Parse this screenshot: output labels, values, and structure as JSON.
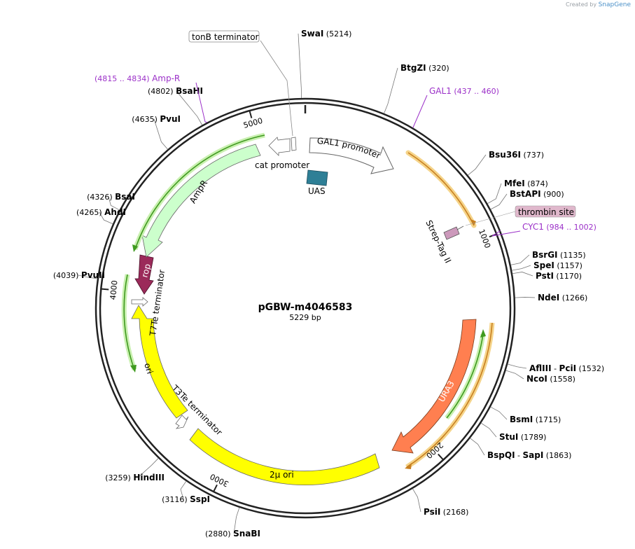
{
  "credit": {
    "prefix": "Created by",
    "brand": "SnapGene"
  },
  "plasmid": {
    "name": "pGBW-m4046583",
    "length_label": "5229 bp"
  },
  "ticks": [
    {
      "label": "1000",
      "bp": 1000
    },
    {
      "label": "2000",
      "bp": 2000
    },
    {
      "label": "3000",
      "bp": 3000
    },
    {
      "label": "4000",
      "bp": 4000
    },
    {
      "label": "5000",
      "bp": 5000
    }
  ],
  "sites": [
    {
      "name": "SwaI",
      "pos": "(5214)",
      "bp": 5214
    },
    {
      "name": "BtgZI",
      "pos": "(320)",
      "bp": 320
    },
    {
      "name": "Bsu36I",
      "pos": "(737)",
      "bp": 737
    },
    {
      "name": "MfeI",
      "pos": "(874)",
      "bp": 874
    },
    {
      "name": "BstAPI",
      "pos": "(900)",
      "bp": 900
    },
    {
      "name": "BsrGI",
      "pos": "(1135)",
      "bp": 1135
    },
    {
      "name": "SpeI",
      "pos": "(1157)",
      "bp": 1157
    },
    {
      "name": "PstI",
      "pos": "(1170)",
      "bp": 1170
    },
    {
      "name": "NdeI",
      "pos": "(1266)",
      "bp": 1266
    },
    {
      "name": "AflIII",
      "name2": "PciI",
      "pos": "(1532)",
      "bp": 1532
    },
    {
      "name": "NcoI",
      "pos": "(1558)",
      "bp": 1558
    },
    {
      "name": "BsmI",
      "pos": "(1715)",
      "bp": 1715
    },
    {
      "name": "StuI",
      "pos": "(1789)",
      "bp": 1789
    },
    {
      "name": "BspQI",
      "name2": "SapI",
      "pos": "(1863)",
      "bp": 1863
    },
    {
      "name": "PsiI",
      "pos": "(2168)",
      "bp": 2168
    },
    {
      "name": "SnaBI",
      "pos": "(2880)",
      "bp": 2880
    },
    {
      "name": "SspI",
      "pos": "(3116)",
      "bp": 3116
    },
    {
      "name": "HindIII",
      "pos": "(3259)",
      "bp": 3259
    },
    {
      "name": "PvuII",
      "pos": "(4039)",
      "bp": 4039
    },
    {
      "name": "AhdI",
      "pos": "(4265)",
      "bp": 4265
    },
    {
      "name": "BsaI",
      "pos": "(4326)",
      "bp": 4326
    },
    {
      "name": "PvuI",
      "pos": "(4635)",
      "bp": 4635
    },
    {
      "name": "BsaHI",
      "pos": "(4802)",
      "bp": 4802
    }
  ],
  "misc_features": [
    {
      "name": "GAL1",
      "pos": "(437 .. 460)",
      "start": 437,
      "end": 460
    },
    {
      "name": "CYC1",
      "pos": "(984 .. 1002)",
      "start": 984,
      "end": 1002
    },
    {
      "name": "Amp-R",
      "pos": "(4815 .. 4834)",
      "start": 4815,
      "end": 4834
    }
  ],
  "features": [
    {
      "label": "GAL1 promoter",
      "type": "promoter"
    },
    {
      "label": "URA3",
      "type": "cds"
    },
    {
      "label": "2µ ori",
      "type": "origin"
    },
    {
      "label": "ori",
      "type": "origin"
    },
    {
      "label": "rop",
      "type": "cds"
    },
    {
      "label": "AmpR",
      "type": "cds"
    },
    {
      "label": "cat promoter",
      "type": "promoter"
    },
    {
      "label": "tonB terminator",
      "type": "terminator"
    },
    {
      "label": "T7Te terminator",
      "type": "terminator"
    },
    {
      "label": "T3Te terminator",
      "type": "terminator"
    },
    {
      "label": "UAS",
      "type": "misc"
    },
    {
      "label": "Strep-Tag II",
      "type": "tag"
    },
    {
      "label": "thrombin site",
      "type": "site"
    }
  ],
  "colors": {
    "backbone": "#222222",
    "promoter": "#ffffff",
    "ura3": "#ff7f50",
    "origin": "#ffff00",
    "rop": "#9b2a5a",
    "ampr": "#ccffcc",
    "uas": "#2e7f96",
    "strep": "#cc99bb",
    "thrombin_bg": "#e0b8cc",
    "primer_orange": "#c87f1f",
    "primer_green": "#3f9a1f",
    "misc_purple": "#9b30c8"
  }
}
